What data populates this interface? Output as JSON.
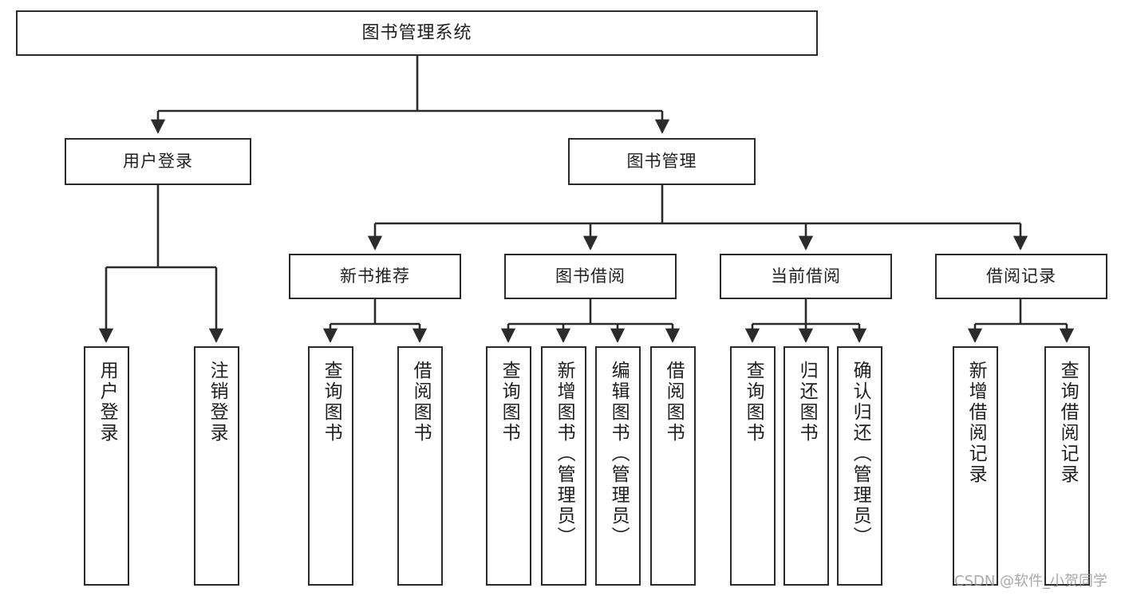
{
  "diagram": {
    "type": "tree",
    "title": "图书管理系统",
    "watermark": "CSDN @软件_小贺同学",
    "colors": {
      "stroke": "#2b2b2b",
      "fill": "#ffffff",
      "text": "#1f1f1f",
      "watermark": "#9a9a9a"
    },
    "nodes": {
      "root": {
        "label": "图书管理系统"
      },
      "level2": [
        {
          "id": "user-login",
          "label": "用户登录"
        },
        {
          "id": "book-manage",
          "label": "图书管理"
        }
      ],
      "level3": [
        {
          "id": "new-book-rec",
          "label": "新书推荐"
        },
        {
          "id": "book-borrow",
          "label": "图书借阅"
        },
        {
          "id": "current-borrow",
          "label": "当前借阅"
        },
        {
          "id": "borrow-record",
          "label": "借阅记录"
        }
      ],
      "leaves": [
        {
          "id": "leaf-user-login",
          "label": "用户登录",
          "parent": "user-login"
        },
        {
          "id": "leaf-user-logout",
          "label": "注销登录",
          "parent": "user-login"
        },
        {
          "id": "leaf-query-book-1",
          "label": "查询图书",
          "parent": "new-book-rec"
        },
        {
          "id": "leaf-borrow-book-1",
          "label": "借阅图书",
          "parent": "new-book-rec"
        },
        {
          "id": "leaf-query-book-2",
          "label": "查询图书",
          "parent": "book-borrow"
        },
        {
          "id": "leaf-add-book",
          "label": "新增图书（管理员）",
          "parent": "book-borrow"
        },
        {
          "id": "leaf-edit-book",
          "label": "编辑图书（管理员）",
          "parent": "book-borrow"
        },
        {
          "id": "leaf-borrow-book-2",
          "label": "借阅图书",
          "parent": "book-borrow"
        },
        {
          "id": "leaf-query-book-3",
          "label": "查询图书",
          "parent": "current-borrow"
        },
        {
          "id": "leaf-return-book",
          "label": "归还图书",
          "parent": "current-borrow"
        },
        {
          "id": "leaf-confirm-return",
          "label": "确认归还（管理员）",
          "parent": "current-borrow"
        },
        {
          "id": "leaf-add-record",
          "label": "新增借阅记录",
          "parent": "borrow-record"
        },
        {
          "id": "leaf-query-record",
          "label": "查询借阅记录",
          "parent": "borrow-record"
        }
      ]
    }
  }
}
